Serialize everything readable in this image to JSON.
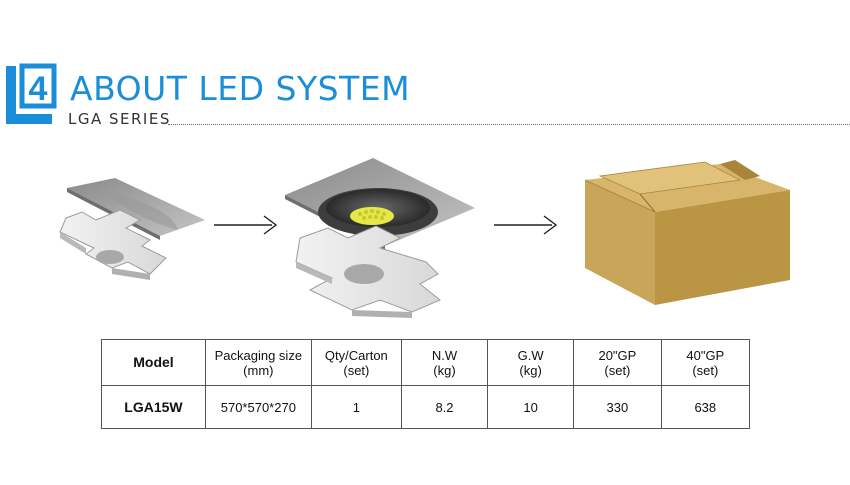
{
  "header": {
    "title": "ABOUT LED SYSTEM",
    "subtitle": "LGA SERIES",
    "logo_number": "4"
  },
  "illustration": {
    "icons": [
      "mounting-sleeve-icon",
      "arrow-right-icon",
      "assembled-light-icon",
      "arrow-right-icon",
      "carton-box-icon"
    ]
  },
  "table": {
    "headers": [
      {
        "line1": "Model",
        "line2": ""
      },
      {
        "line1": "Packaging size",
        "line2": "(mm)"
      },
      {
        "line1": "Qty/Carton",
        "line2": "(set)"
      },
      {
        "line1": "N.W",
        "line2": "(kg)"
      },
      {
        "line1": "G.W",
        "line2": "(kg)"
      },
      {
        "line1": "20\"GP",
        "line2": "(set)"
      },
      {
        "line1": "40\"GP",
        "line2": "(set)"
      }
    ],
    "rows": [
      [
        "LGA15W",
        "570*570*270",
        "1",
        "8.2",
        "10",
        "330",
        "638"
      ]
    ]
  },
  "colors": {
    "accent": "#1a8ed8",
    "box": "#c9a55a",
    "box_dark": "#b08b42",
    "led": "#e6e84a"
  }
}
